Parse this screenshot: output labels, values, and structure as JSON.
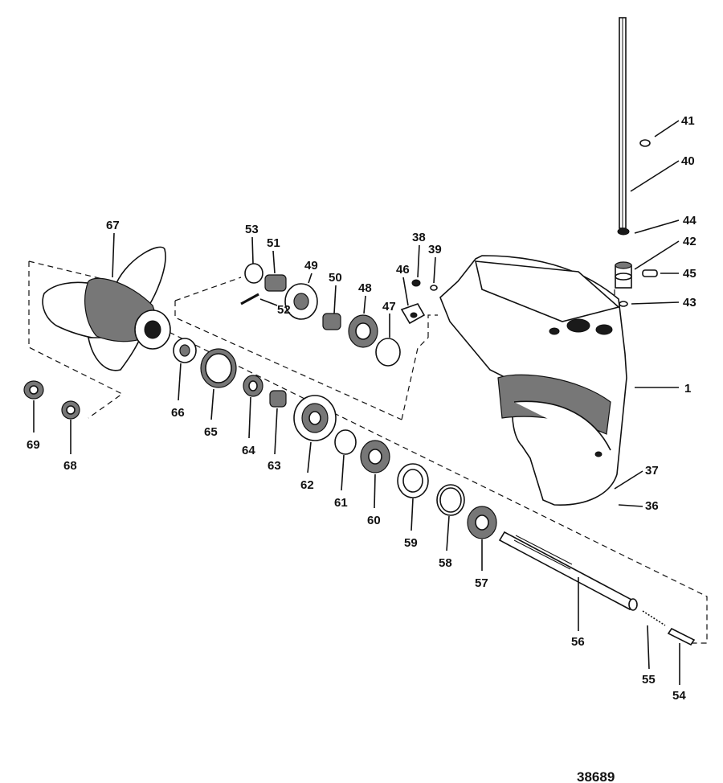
{
  "diagram_number": "38689",
  "callouts": [
    {
      "id": "c41",
      "text": "41"
    },
    {
      "id": "c40",
      "text": "40"
    },
    {
      "id": "c44",
      "text": "44"
    },
    {
      "id": "c42",
      "text": "42"
    },
    {
      "id": "c45",
      "text": "45"
    },
    {
      "id": "c43",
      "text": "43"
    },
    {
      "id": "c1",
      "text": "1"
    },
    {
      "id": "c37",
      "text": "37"
    },
    {
      "id": "c36",
      "text": "36"
    },
    {
      "id": "c38",
      "text": "38"
    },
    {
      "id": "c39",
      "text": "39"
    },
    {
      "id": "c46",
      "text": "46"
    },
    {
      "id": "c47",
      "text": "47"
    },
    {
      "id": "c48",
      "text": "48"
    },
    {
      "id": "c50",
      "text": "50"
    },
    {
      "id": "c49",
      "text": "49"
    },
    {
      "id": "c51",
      "text": "51"
    },
    {
      "id": "c52",
      "text": "52"
    },
    {
      "id": "c53",
      "text": "53"
    },
    {
      "id": "c67",
      "text": "67"
    },
    {
      "id": "c66",
      "text": "66"
    },
    {
      "id": "c65",
      "text": "65"
    },
    {
      "id": "c64",
      "text": "64"
    },
    {
      "id": "c63",
      "text": "63"
    },
    {
      "id": "c62",
      "text": "62"
    },
    {
      "id": "c61",
      "text": "61"
    },
    {
      "id": "c60",
      "text": "60"
    },
    {
      "id": "c59",
      "text": "59"
    },
    {
      "id": "c58",
      "text": "58"
    },
    {
      "id": "c57",
      "text": "57"
    },
    {
      "id": "c56",
      "text": "56"
    },
    {
      "id": "c55",
      "text": "55"
    },
    {
      "id": "c54",
      "text": "54"
    },
    {
      "id": "c69",
      "text": "69"
    },
    {
      "id": "c68",
      "text": "68"
    }
  ]
}
